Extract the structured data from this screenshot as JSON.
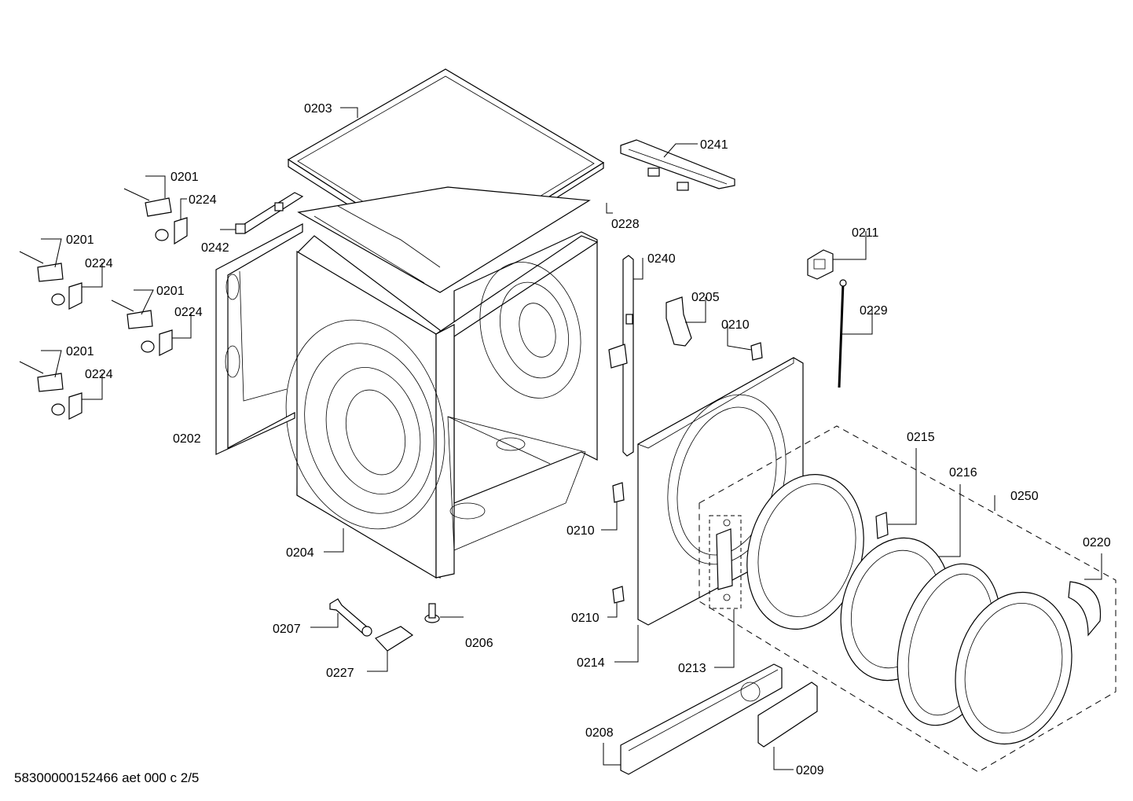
{
  "footer": {
    "text": "58300000152466 aet 000 c 2/5"
  },
  "labels": {
    "p0203": "0203",
    "p0241": "0241",
    "p0201a": "0201",
    "p0224a": "0224",
    "p0201b": "0201",
    "p0224b": "0224",
    "p0201c": "0201",
    "p0224c": "0224",
    "p0201d": "0201",
    "p0224d": "0224",
    "p0242": "0242",
    "p0228": "0228",
    "p0211": "0211",
    "p0240": "0240",
    "p0205": "0205",
    "p0229": "0229",
    "p0210a": "0210",
    "p0202": "0202",
    "p0215": "0215",
    "p0216": "0216",
    "p0250": "0250",
    "p0210b": "0210",
    "p0220": "0220",
    "p0204": "0204",
    "p0210c": "0210",
    "p0207": "0207",
    "p0206": "0206",
    "p0214": "0214",
    "p0213": "0213",
    "p0227": "0227",
    "p0208": "0208",
    "p0209": "0209"
  }
}
